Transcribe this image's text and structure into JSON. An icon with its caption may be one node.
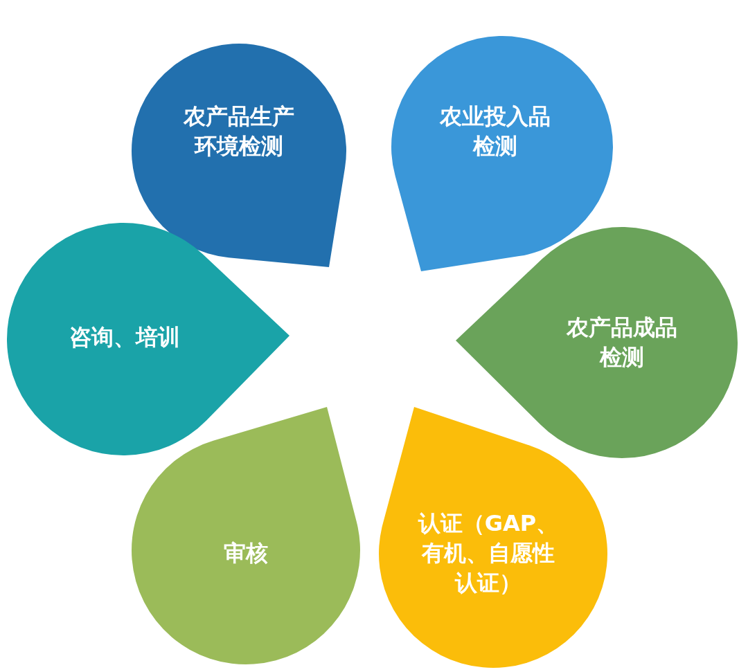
{
  "diagram": {
    "nodes": [
      {
        "text": [
          "农产品生产环境检测"
        ]
      },
      {
        "text": [
          "农业投入品检测"
        ]
      },
      {
        "text": [
          "咨询、培训"
        ]
      },
      {
        "text": [
          "农产品成品检测"
        ]
      },
      {
        "text": [
          "审核"
        ]
      },
      {
        "text": [
          "认证（GAP、有机、自愿性认证）"
        ]
      }
    ]
  }
}
